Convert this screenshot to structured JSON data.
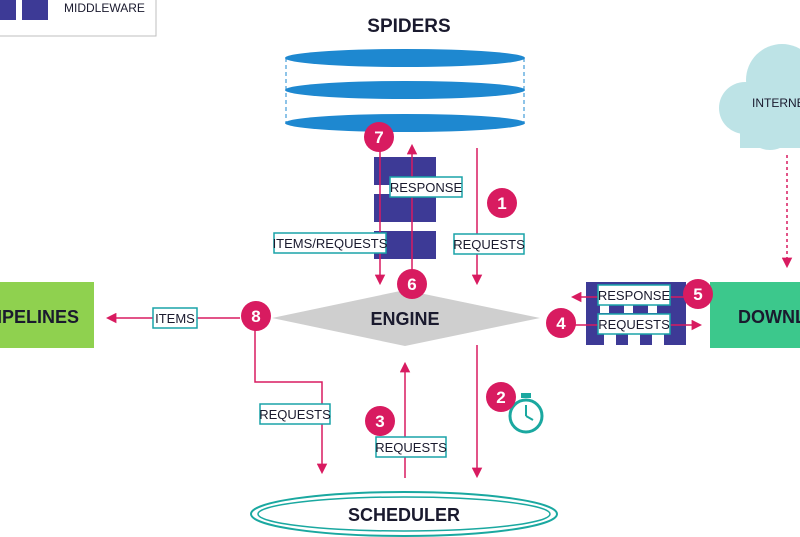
{
  "colors": {
    "spider_blue": "#1e88d0",
    "middleware_purple": "#3d3a96",
    "magenta": "#d81b60",
    "pipeline_green": "#8fd14f",
    "downloader_green": "#3cc88c",
    "engine_grey": "#cfcfcf",
    "scheduler_teal": "#1aa8a0",
    "cloud": "#bde3e6",
    "label_border": "#1aa3a8"
  },
  "legend": {
    "middleware_label": "MIDDLEWARE"
  },
  "nodes": {
    "spiders": "SPIDERS",
    "engine": "ENGINE",
    "scheduler": "SCHEDULER",
    "pipelines": "PIPELINES",
    "downloader": "DOWNLO",
    "internet": "INTERNE"
  },
  "flow_labels": {
    "response_spider": "RESPONSE",
    "items_requests": "ITEMS/REQUESTS",
    "requests_spider": "REQUESTS",
    "items": "ITEMS",
    "response_downloader": "RESPONSE",
    "requests_downloader": "REQUESTS",
    "requests_pipeline": "REQUESTS",
    "requests_scheduler": "REQUESTS"
  },
  "steps": [
    "1",
    "2",
    "3",
    "4",
    "5",
    "6",
    "7",
    "8"
  ],
  "icons": {
    "timer": "stopwatch-icon"
  }
}
